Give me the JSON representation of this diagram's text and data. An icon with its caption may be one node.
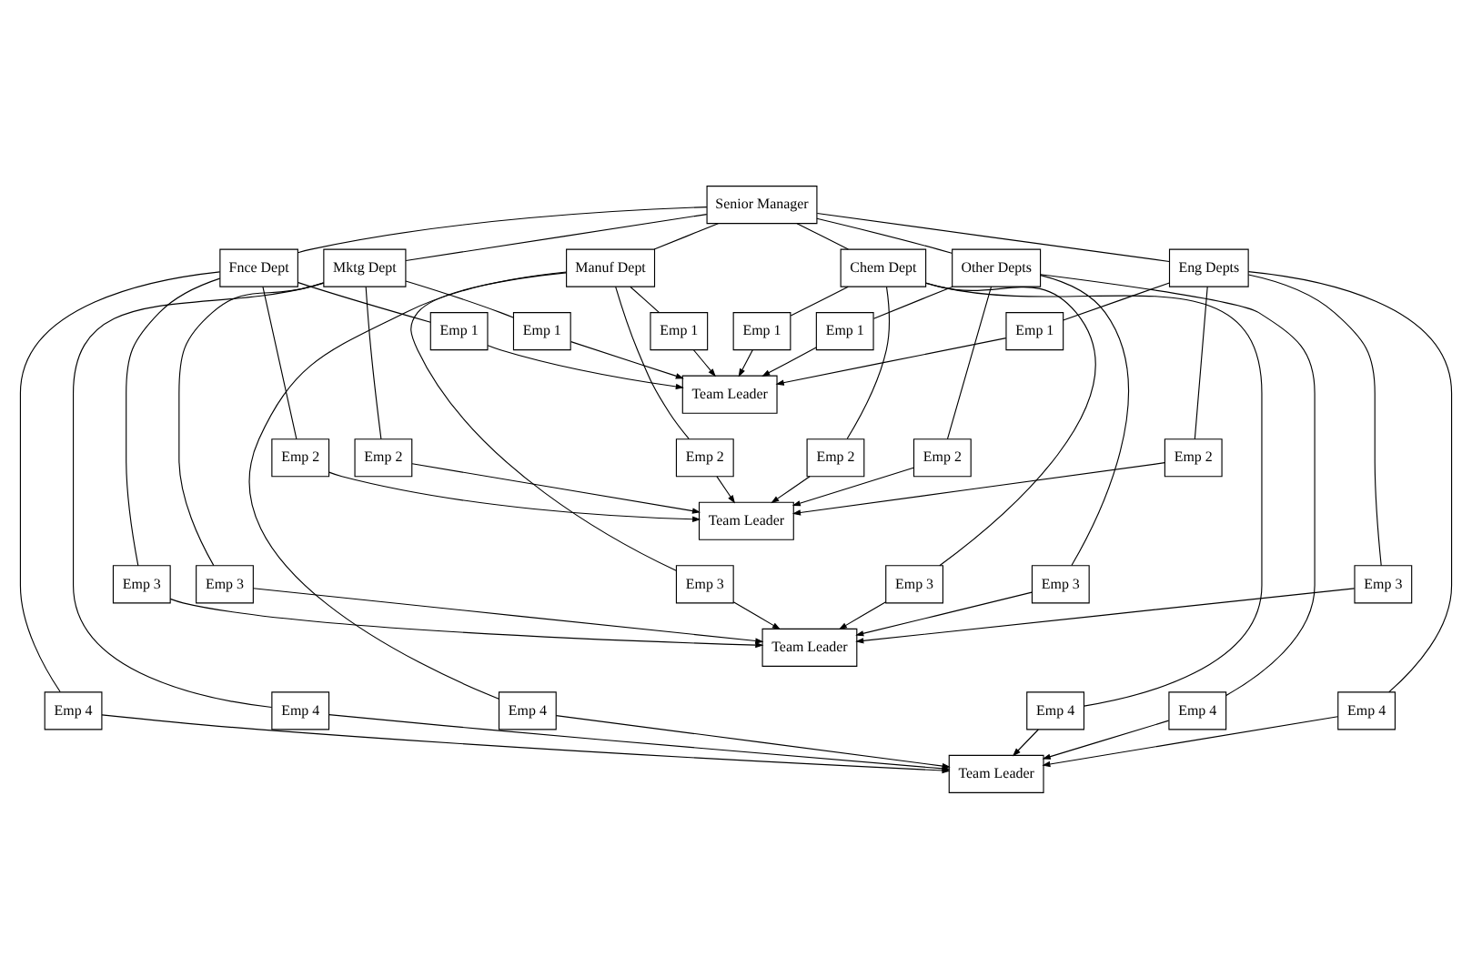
{
  "diagram": {
    "nodes": [
      {
        "text": [
          "Senior Manager"
        ]
      },
      {
        "text": [
          "Chem Dept"
        ]
      },
      {
        "text": [
          "Mktg Dept"
        ]
      },
      {
        "text": [
          "Fnce Dept"
        ]
      },
      {
        "text": [
          "Manuf Dept"
        ]
      },
      {
        "text": [
          "Eng Depts"
        ]
      },
      {
        "text": [
          "Other Depts"
        ]
      },
      {
        "text": [
          "Team Leader"
        ]
      },
      {
        "text": [
          "Emp 1"
        ]
      },
      {
        "text": [
          "Emp 1"
        ]
      },
      {
        "text": [
          "Emp 1"
        ]
      },
      {
        "text": [
          "Emp 1"
        ]
      },
      {
        "text": [
          "Emp 1"
        ]
      },
      {
        "text": [
          "Emp 1"
        ]
      },
      {
        "text": [
          "Team Leader"
        ]
      },
      {
        "text": [
          "Emp 2"
        ]
      },
      {
        "text": [
          "Emp 2"
        ]
      },
      {
        "text": [
          "Emp 2"
        ]
      },
      {
        "text": [
          "Emp 2"
        ]
      },
      {
        "text": [
          "Emp 2"
        ]
      },
      {
        "text": [
          "Emp 2"
        ]
      },
      {
        "text": [
          "Team Leader"
        ]
      },
      {
        "text": [
          "Emp 3"
        ]
      },
      {
        "text": [
          "Emp 3"
        ]
      },
      {
        "text": [
          "Emp 3"
        ]
      },
      {
        "text": [
          "Emp 3"
        ]
      },
      {
        "text": [
          "Emp 3"
        ]
      },
      {
        "text": [
          "Emp 3"
        ]
      },
      {
        "text": [
          "Team Leader"
        ]
      },
      {
        "text": [
          "Emp 4"
        ]
      },
      {
        "text": [
          "Emp 4"
        ]
      },
      {
        "text": [
          "Emp 4"
        ]
      },
      {
        "text": [
          "Emp 4"
        ]
      },
      {
        "text": [
          "Emp 4"
        ]
      },
      {
        "text": [
          "Emp 4"
        ]
      }
    ],
    "edges": [
      {
        "from": 0,
        "to": 1,
        "arrow": "none"
      },
      {
        "from": 0,
        "to": 2,
        "arrow": "none"
      },
      {
        "from": 0,
        "to": 3,
        "arrow": "none"
      },
      {
        "from": 0,
        "to": 4,
        "arrow": "none"
      },
      {
        "from": 0,
        "to": 5,
        "arrow": "none"
      },
      {
        "from": 0,
        "to": 6,
        "arrow": "none"
      },
      {
        "from": 1,
        "to": 8,
        "arrow": "none"
      },
      {
        "from": 1,
        "to": 15,
        "arrow": "none"
      },
      {
        "from": 1,
        "to": 22,
        "arrow": "none"
      },
      {
        "from": 1,
        "to": 29,
        "arrow": "none"
      },
      {
        "from": 2,
        "to": 9,
        "arrow": "none"
      },
      {
        "from": 2,
        "to": 16,
        "arrow": "none"
      },
      {
        "from": 2,
        "to": 23,
        "arrow": "none"
      },
      {
        "from": 2,
        "to": 30,
        "arrow": "none"
      },
      {
        "from": 3,
        "to": 10,
        "arrow": "none"
      },
      {
        "from": 3,
        "to": 17,
        "arrow": "none"
      },
      {
        "from": 3,
        "to": 24,
        "arrow": "none"
      },
      {
        "from": 3,
        "to": 31,
        "arrow": "none"
      },
      {
        "from": 4,
        "to": 11,
        "arrow": "none"
      },
      {
        "from": 4,
        "to": 18,
        "arrow": "none"
      },
      {
        "from": 4,
        "to": 25,
        "arrow": "none"
      },
      {
        "from": 4,
        "to": 32,
        "arrow": "none"
      },
      {
        "from": 5,
        "to": 12,
        "arrow": "none"
      },
      {
        "from": 5,
        "to": 19,
        "arrow": "none"
      },
      {
        "from": 5,
        "to": 26,
        "arrow": "none"
      },
      {
        "from": 5,
        "to": 33,
        "arrow": "none"
      },
      {
        "from": 6,
        "to": 13,
        "arrow": "none"
      },
      {
        "from": 6,
        "to": 20,
        "arrow": "none"
      },
      {
        "from": 6,
        "to": 27,
        "arrow": "none"
      },
      {
        "from": 6,
        "to": 34,
        "arrow": "none"
      },
      {
        "from": 8,
        "to": 7,
        "arrow": "to"
      },
      {
        "from": 9,
        "to": 7,
        "arrow": "to"
      },
      {
        "from": 10,
        "to": 7,
        "arrow": "to"
      },
      {
        "from": 11,
        "to": 7,
        "arrow": "to"
      },
      {
        "from": 12,
        "to": 7,
        "arrow": "to"
      },
      {
        "from": 13,
        "to": 7,
        "arrow": "to"
      },
      {
        "from": 15,
        "to": 14,
        "arrow": "to"
      },
      {
        "from": 16,
        "to": 14,
        "arrow": "to"
      },
      {
        "from": 17,
        "to": 14,
        "arrow": "to"
      },
      {
        "from": 18,
        "to": 14,
        "arrow": "to"
      },
      {
        "from": 19,
        "to": 14,
        "arrow": "to"
      },
      {
        "from": 20,
        "to": 14,
        "arrow": "to"
      },
      {
        "from": 22,
        "to": 21,
        "arrow": "to"
      },
      {
        "from": 23,
        "to": 21,
        "arrow": "to"
      },
      {
        "from": 24,
        "to": 21,
        "arrow": "to"
      },
      {
        "from": 25,
        "to": 21,
        "arrow": "to"
      },
      {
        "from": 26,
        "to": 21,
        "arrow": "to"
      },
      {
        "from": 27,
        "to": 21,
        "arrow": "to"
      },
      {
        "from": 29,
        "to": 28,
        "arrow": "to"
      },
      {
        "from": 30,
        "to": 28,
        "arrow": "to"
      },
      {
        "from": 31,
        "to": 28,
        "arrow": "to"
      },
      {
        "from": 32,
        "to": 28,
        "arrow": "to"
      },
      {
        "from": 33,
        "to": 28,
        "arrow": "to"
      },
      {
        "from": 34,
        "to": 28,
        "arrow": "to"
      }
    ]
  }
}
